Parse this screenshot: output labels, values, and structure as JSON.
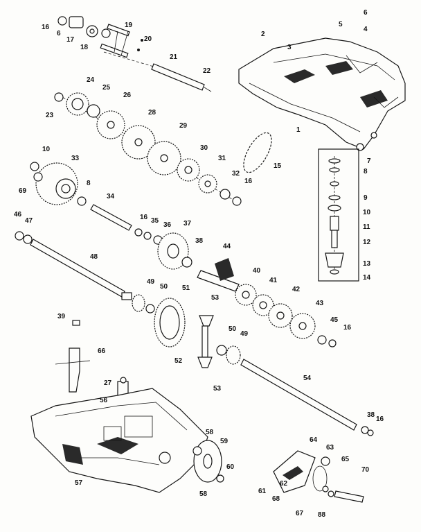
{
  "diagram": {
    "callouts": [
      {
        "id": "c16a",
        "text": "16"
      },
      {
        "id": "c6a",
        "text": "6"
      },
      {
        "id": "c17",
        "text": "17"
      },
      {
        "id": "c18",
        "text": "18"
      },
      {
        "id": "c19",
        "text": "19"
      },
      {
        "id": "c20",
        "text": "20"
      },
      {
        "id": "c21",
        "text": "21"
      },
      {
        "id": "c22",
        "text": "22"
      },
      {
        "id": "c2",
        "text": "2"
      },
      {
        "id": "c3",
        "text": "3"
      },
      {
        "id": "c5",
        "text": "5"
      },
      {
        "id": "c6b",
        "text": "6"
      },
      {
        "id": "c4",
        "text": "4"
      },
      {
        "id": "c1",
        "text": "1"
      },
      {
        "id": "c23",
        "text": "23"
      },
      {
        "id": "c24",
        "text": "24"
      },
      {
        "id": "c25",
        "text": "25"
      },
      {
        "id": "c26",
        "text": "26"
      },
      {
        "id": "c28",
        "text": "28"
      },
      {
        "id": "c29",
        "text": "29"
      },
      {
        "id": "c30",
        "text": "30"
      },
      {
        "id": "c31",
        "text": "31"
      },
      {
        "id": "c32",
        "text": "32"
      },
      {
        "id": "c15",
        "text": "15"
      },
      {
        "id": "c16b",
        "text": "16"
      },
      {
        "id": "c10a",
        "text": "10"
      },
      {
        "id": "c33",
        "text": "33"
      },
      {
        "id": "c69",
        "text": "69"
      },
      {
        "id": "c8a",
        "text": "8"
      },
      {
        "id": "c34",
        "text": "34"
      },
      {
        "id": "c7",
        "text": "7"
      },
      {
        "id": "c8b",
        "text": "8"
      },
      {
        "id": "c9",
        "text": "9"
      },
      {
        "id": "c10b",
        "text": "10"
      },
      {
        "id": "c11",
        "text": "11"
      },
      {
        "id": "c12",
        "text": "12"
      },
      {
        "id": "c13",
        "text": "13"
      },
      {
        "id": "c14",
        "text": "14"
      },
      {
        "id": "c46",
        "text": "46"
      },
      {
        "id": "c47",
        "text": "47"
      },
      {
        "id": "c16c",
        "text": "16"
      },
      {
        "id": "c35",
        "text": "35"
      },
      {
        "id": "c36",
        "text": "36"
      },
      {
        "id": "c37",
        "text": "37"
      },
      {
        "id": "c38a",
        "text": "38"
      },
      {
        "id": "c44",
        "text": "44"
      },
      {
        "id": "c48",
        "text": "48"
      },
      {
        "id": "c40",
        "text": "40"
      },
      {
        "id": "c41",
        "text": "41"
      },
      {
        "id": "c42",
        "text": "42"
      },
      {
        "id": "c49a",
        "text": "49"
      },
      {
        "id": "c50a",
        "text": "50"
      },
      {
        "id": "c51",
        "text": "51"
      },
      {
        "id": "c53a",
        "text": "53"
      },
      {
        "id": "c43",
        "text": "43"
      },
      {
        "id": "c45",
        "text": "45"
      },
      {
        "id": "c16d",
        "text": "16"
      },
      {
        "id": "c39",
        "text": "39"
      },
      {
        "id": "c50b",
        "text": "50"
      },
      {
        "id": "c49b",
        "text": "49"
      },
      {
        "id": "c66",
        "text": "66"
      },
      {
        "id": "c52",
        "text": "52"
      },
      {
        "id": "c53b",
        "text": "53"
      },
      {
        "id": "c54",
        "text": "54"
      },
      {
        "id": "c27",
        "text": "27"
      },
      {
        "id": "c56",
        "text": "56"
      },
      {
        "id": "c38b",
        "text": "38"
      },
      {
        "id": "c16e",
        "text": "16"
      },
      {
        "id": "c64",
        "text": "64"
      },
      {
        "id": "c63",
        "text": "63"
      },
      {
        "id": "c58a",
        "text": "58"
      },
      {
        "id": "c59",
        "text": "59"
      },
      {
        "id": "c65",
        "text": "65"
      },
      {
        "id": "c70",
        "text": "70"
      },
      {
        "id": "c60",
        "text": "60"
      },
      {
        "id": "c57",
        "text": "57"
      },
      {
        "id": "c58b",
        "text": "58"
      },
      {
        "id": "c61",
        "text": "61"
      },
      {
        "id": "c68",
        "text": "68"
      },
      {
        "id": "c62",
        "text": "62"
      },
      {
        "id": "c67",
        "text": "67"
      },
      {
        "id": "c88",
        "text": "88"
      }
    ]
  }
}
